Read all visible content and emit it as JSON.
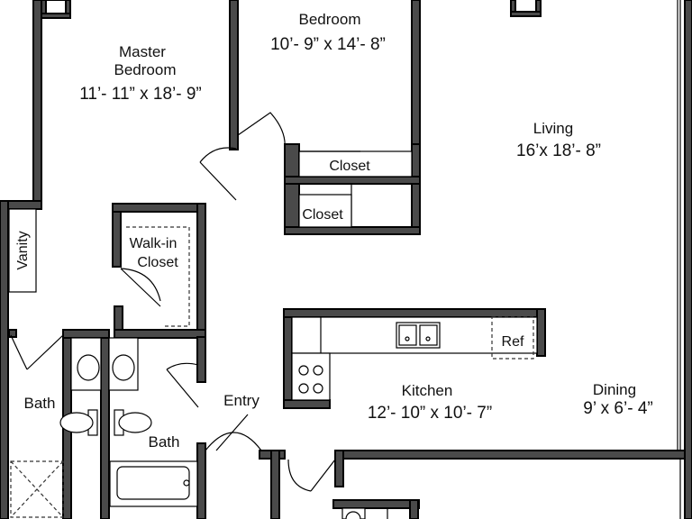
{
  "rooms": {
    "master_bedroom": {
      "name_line1": "Master",
      "name_line2": "Bedroom",
      "size": "11’- 11” x 18’- 9”"
    },
    "bedroom": {
      "name": "Bedroom",
      "size": "10’- 9” x 14’- 8”"
    },
    "living": {
      "name": "Living",
      "size": "16’x 18’- 8”"
    },
    "kitchen": {
      "name": "Kitchen",
      "size": "12’- 10” x 10’- 7”"
    },
    "dining": {
      "name": "Dining",
      "size": "9’ x 6’- 4”"
    },
    "bath_left": {
      "name": "Bath"
    },
    "bath_right": {
      "name": "Bath"
    },
    "entry": {
      "name": "Entry"
    },
    "walk_in_closet": {
      "name_line1": "Walk-in",
      "name_line2": "Closet"
    },
    "closet_upper": {
      "name": "Closet"
    },
    "closet_lower": {
      "name": "Closet"
    },
    "vanity": {
      "name": "Vanity"
    },
    "ref": {
      "name": "Ref"
    }
  }
}
